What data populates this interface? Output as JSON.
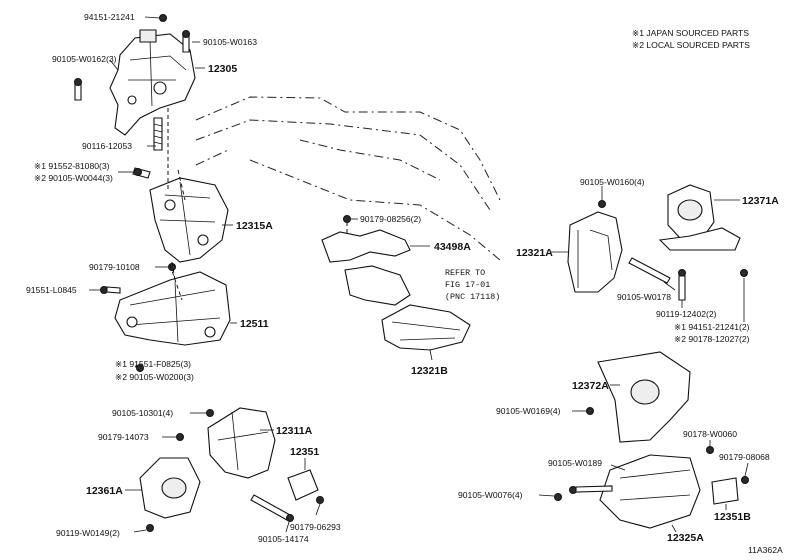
{
  "legend": {
    "line1": "※1  JAPAN SOURCED PARTS",
    "line2": "※2  LOCAL SOURCED PARTS"
  },
  "refer": {
    "line1": "REFER TO",
    "line2": "FIG 17-01",
    "line3": "(PNC 17118)"
  },
  "figure_code": "11A362A",
  "labels": {
    "l_94151_21241": "94151-21241",
    "l_90105_W0163": "90105-W0163",
    "l_90105_W0162": "90105-W0162(3)",
    "l_12305": "12305",
    "l_90116_12053": "90116-12053",
    "l_91552_81080": "※1  91552-81080(3)",
    "l_90105_W0044": "※2  90105-W0044(3)",
    "l_12315A": "12315A",
    "l_90179_10108": "90179-10108",
    "l_91551_L0845": "91551-L0845",
    "l_12511": "12511",
    "l_91551_F0825": "※1  91551-F0825(3)",
    "l_90105_W0200": "※2  90105-W0200(3)",
    "l_90179_08256": "90179-08256(2)",
    "l_43498A": "43498A",
    "l_12321B": "12321B",
    "l_90105_W0160": "90105-W0160(4)",
    "l_12371A": "12371A",
    "l_12321A": "12321A",
    "l_90105_W0178": "90105-W0178",
    "l_90119_12402": "90119-12402(2)",
    "l_94151_21241_2": "※1  94151-21241(2)",
    "l_90178_12027": "※2  90178-12027(2)",
    "l_12372A": "12372A",
    "l_90105_W0169": "90105-W0169(4)",
    "l_90178_W0060": "90178-W0060",
    "l_90179_08068": "90179-08068",
    "l_90105_W0189": "90105-W0189",
    "l_90105_W0076": "90105-W0076(4)",
    "l_12351B": "12351B",
    "l_12325A": "12325A",
    "l_90105_10301": "90105-10301(4)",
    "l_12311A": "12311A",
    "l_90179_14073": "90179-14073",
    "l_12351": "12351",
    "l_12361A": "12361A",
    "l_90179_06293": "90179-06293",
    "l_90119_W0149": "90119-W0149(2)",
    "l_90105_14174": "90105-14174"
  }
}
